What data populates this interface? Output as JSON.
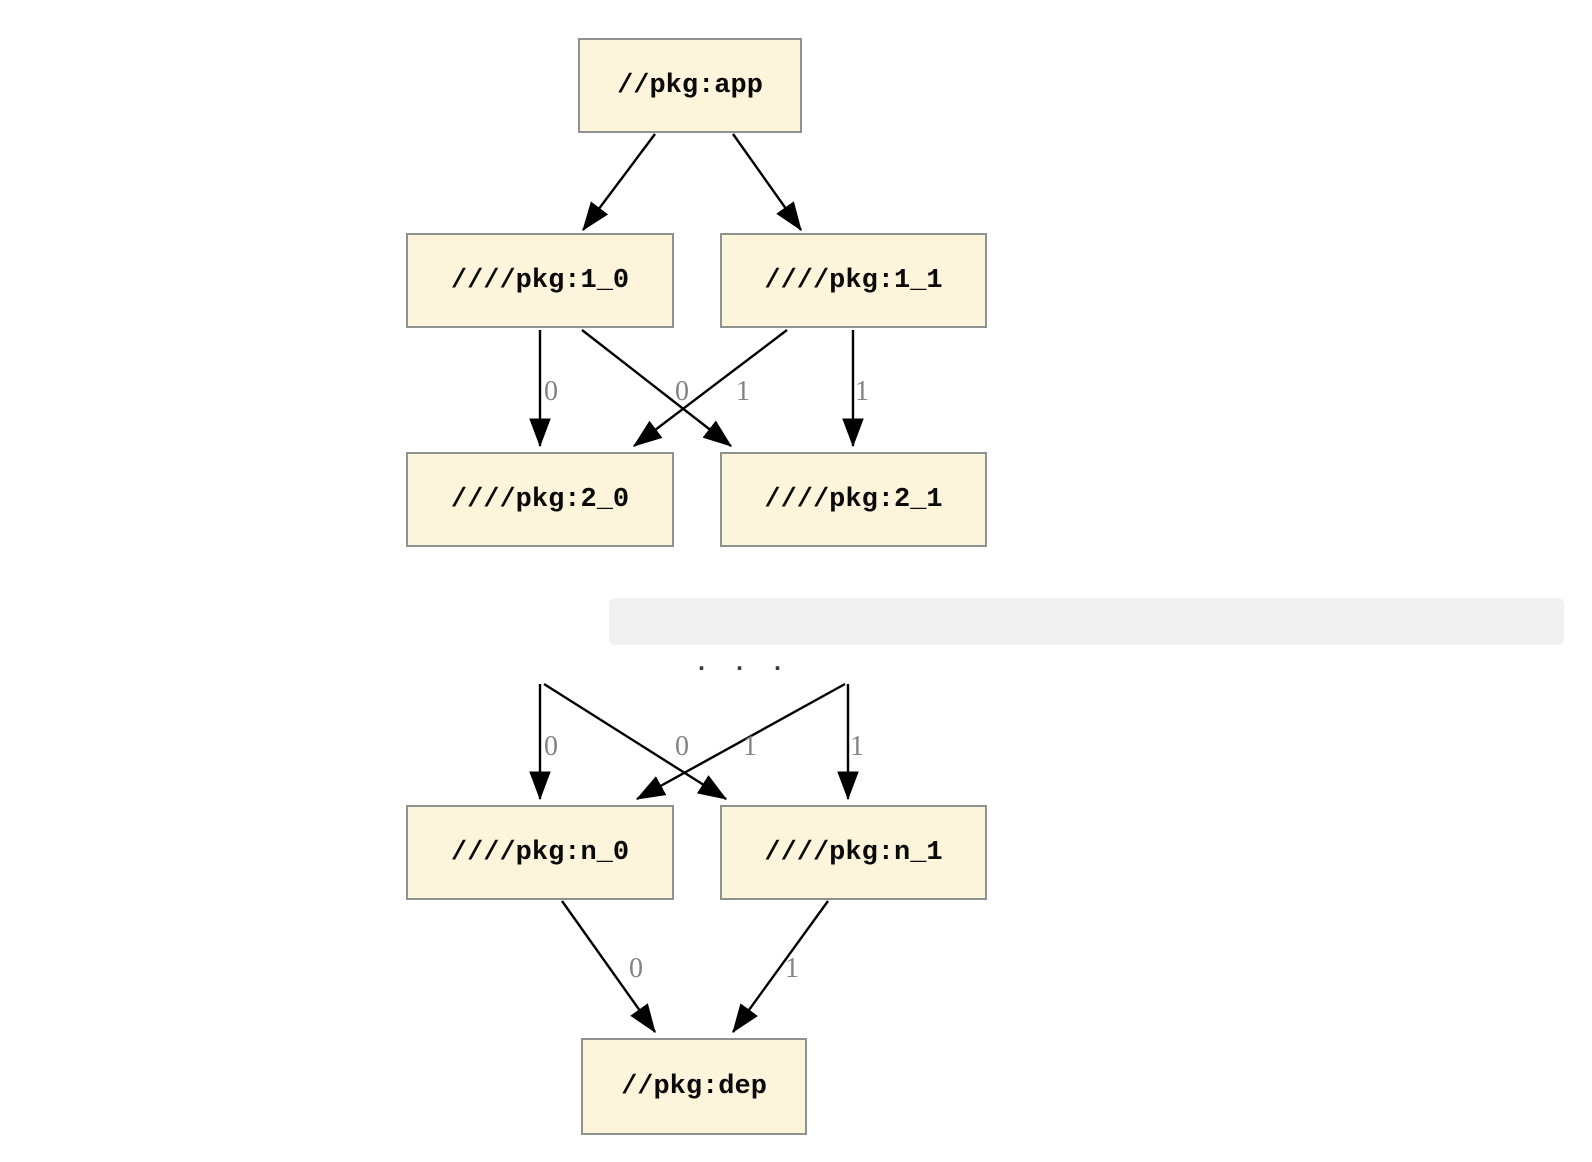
{
  "graph": {
    "nodes": {
      "app": {
        "label": "//pkg:app"
      },
      "pkg1_0": {
        "label": "////pkg:1_0"
      },
      "pkg1_1": {
        "label": "////pkg:1_1"
      },
      "pkg2_0": {
        "label": "////pkg:2_0"
      },
      "pkg2_1": {
        "label": "////pkg:2_1"
      },
      "pkgn_0": {
        "label": "////pkg:n_0"
      },
      "pkgn_1": {
        "label": "////pkg:n_1"
      },
      "dep": {
        "label": "//pkg:dep"
      }
    },
    "ellipsis": {
      "label": ". . ."
    },
    "edge_labels": {
      "pkg1_0_to_pkg2_0": "0",
      "pkg1_1_to_pkg2_0": "0",
      "pkg1_0_to_pkg2_1": "1",
      "pkg1_1_to_pkg2_1": "1",
      "ellipsis_to_pkgn_0": "0",
      "cross_to_pkgn_0": "0",
      "cross_to_pkgn_1": "1",
      "ellipsis_to_pkgn_1": "1",
      "pkgn_0_to_dep": "0",
      "pkgn_1_to_dep": "1"
    },
    "colors": {
      "node_fill": "#FCF5DC",
      "node_border": "#8E9390",
      "edge": "#000000",
      "edge_label_text": "#838383",
      "ellipsis_band": "#F1F1F1"
    }
  }
}
